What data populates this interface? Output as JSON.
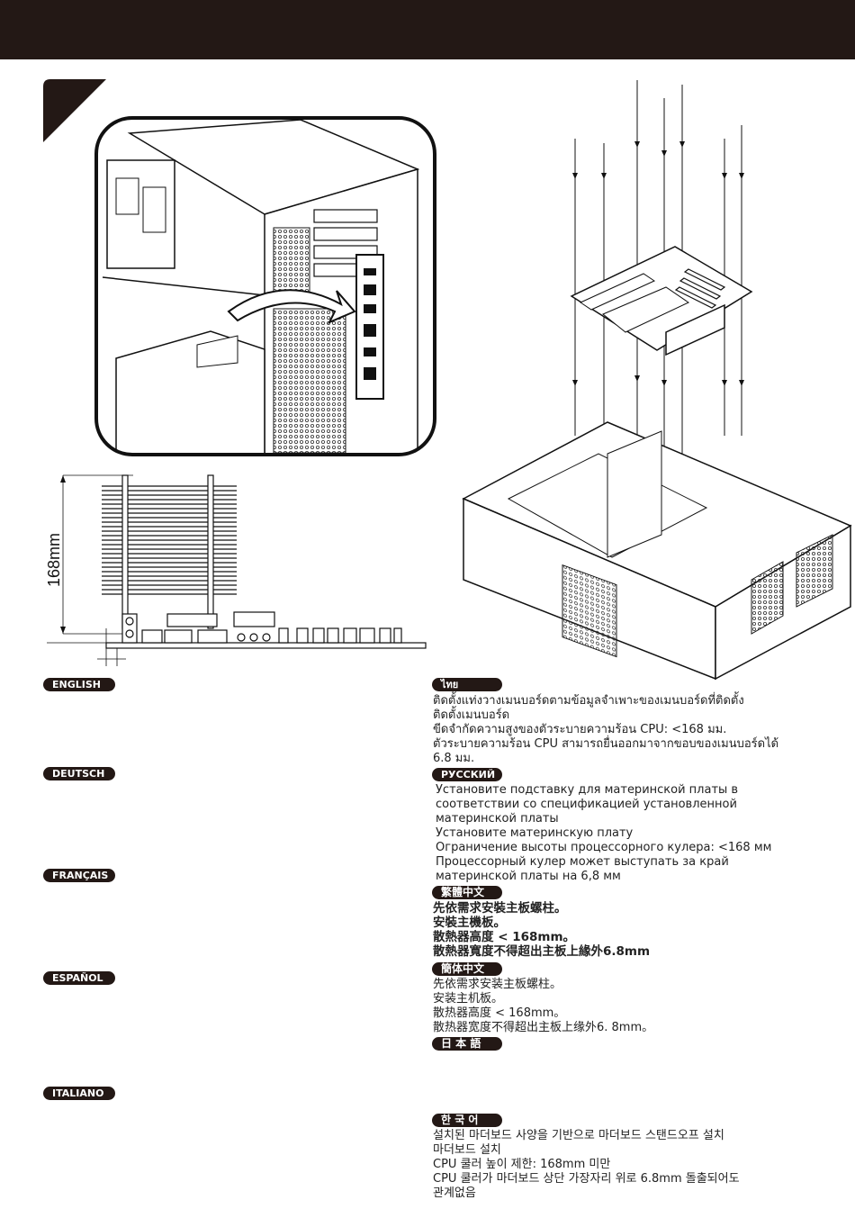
{
  "dimension_label": "168mm",
  "sections": {
    "english": {
      "label": "ENGLISH"
    },
    "deutsch": {
      "label": "DEUTSCH"
    },
    "francais": {
      "label": "FRANÇAIS"
    },
    "espanol": {
      "label": "ESPAÑOL"
    },
    "italiano": {
      "label": "ITALIANO"
    },
    "thai": {
      "label": "ไทย",
      "lines": [
        "ติดตั้งแท่งวางเมนบอร์ดตามข้อมูลจำเพาะของเมนบอร์ดที่ติดตั้ง",
        "ติดตั้งเมนบอร์ด",
        "ขีดจำกัดความสูงของตัวระบายความร้อน CPU: <168 มม.",
        "ตัวระบายความร้อน CPU สามารถยื่นออกมาจากขอบของเมนบอร์ดได้",
        "6.8 มม."
      ]
    },
    "russian": {
      "label": "РУССКИЙ",
      "lines": [
        "Установите подставку для материнской платы в",
        "соответствии со спецификацией установленной",
        "материнской платы",
        "Установите материнскую плату",
        "Ограничение высоты процессорного кулера: <168 мм",
        "Процессорный кулер может выступать за край",
        "материнской платы на 6,8 мм"
      ]
    },
    "zh_tw": {
      "label": "繁體中文",
      "lines": [
        "先依需求安裝主板螺柱。",
        "安裝主機板。",
        "散熱器高度 < 168mm。",
        "散熱器寬度不得超出主板上緣外6.8mm"
      ]
    },
    "zh_cn": {
      "label": "簡体中文",
      "lines": [
        "先依需求安装主板螺柱。",
        "安装主机板。",
        "散热器高度 < 168mm。",
        "散热器宽度不得超出主板上缘外6. 8mm。"
      ]
    },
    "japanese": {
      "label": "日 本 語"
    },
    "korean": {
      "label": "한 국 어",
      "lines": [
        "설치된 마더보드 사양을 기반으로 마더보드 스탠드오프 설치",
        "마더보드 설치",
        "CPU 쿨러 높이 제한: 168mm 미만",
        "CPU 쿨러가 마더보드 상단 가장자리 위로 6.8mm 돌출되어도",
        "관계없음"
      ]
    }
  }
}
